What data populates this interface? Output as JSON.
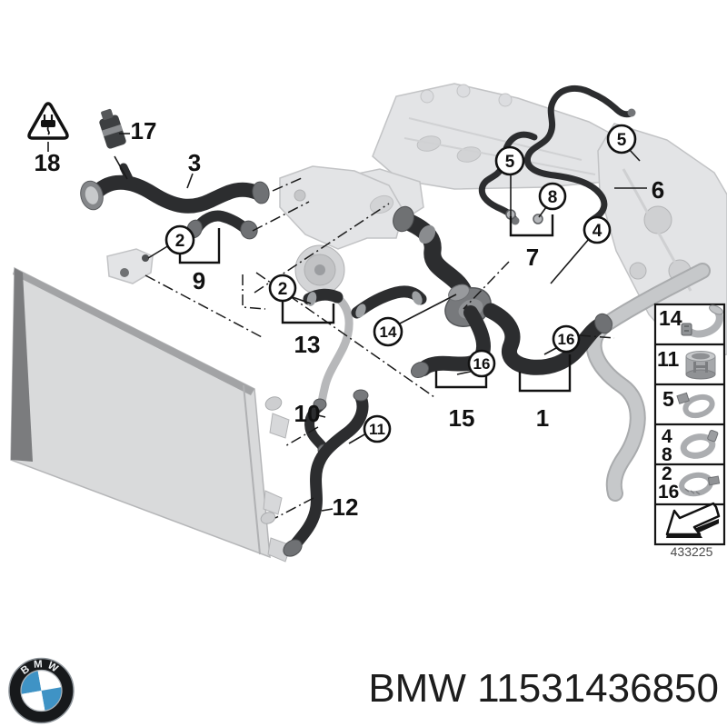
{
  "diagram": {
    "callouts": [
      {
        "n": "2"
      },
      {
        "n": "2"
      },
      {
        "n": "5"
      },
      {
        "n": "5"
      },
      {
        "n": "8"
      },
      {
        "n": "4"
      },
      {
        "n": "14"
      },
      {
        "n": "16"
      },
      {
        "n": "16"
      },
      {
        "n": "11"
      }
    ],
    "labels": [
      {
        "t": "18"
      },
      {
        "t": "17"
      },
      {
        "t": "3"
      },
      {
        "t": "9"
      },
      {
        "t": "6"
      },
      {
        "t": "7"
      },
      {
        "t": "13"
      },
      {
        "t": "10"
      },
      {
        "t": "12"
      },
      {
        "t": "15"
      },
      {
        "t": "1"
      }
    ],
    "warning_symbol": "electrical-plug-triangle",
    "drawing_number": "433225"
  },
  "legend": {
    "rows": [
      {
        "numbers": [
          "14"
        ],
        "icon": "retaining-clip"
      },
      {
        "numbers": [
          "11"
        ],
        "icon": "quick-connector"
      },
      {
        "numbers": [
          "5"
        ],
        "icon": "hose-clamp-small"
      },
      {
        "numbers": [
          "4",
          "8"
        ],
        "icon": "hose-clamp-medium"
      },
      {
        "numbers": [
          "2",
          "16"
        ],
        "icon": "hose-clamp-large"
      },
      {
        "numbers": [],
        "icon": "direction-arrow"
      }
    ]
  },
  "footer": {
    "logo_letters": "BMW",
    "text": "BMW 11531436850"
  },
  "colors": {
    "hose_dark": "#2c2d2f",
    "part_light": "#e3e4e6",
    "logo_blue": "#3f93c5",
    "text": "#1d1d1d"
  }
}
